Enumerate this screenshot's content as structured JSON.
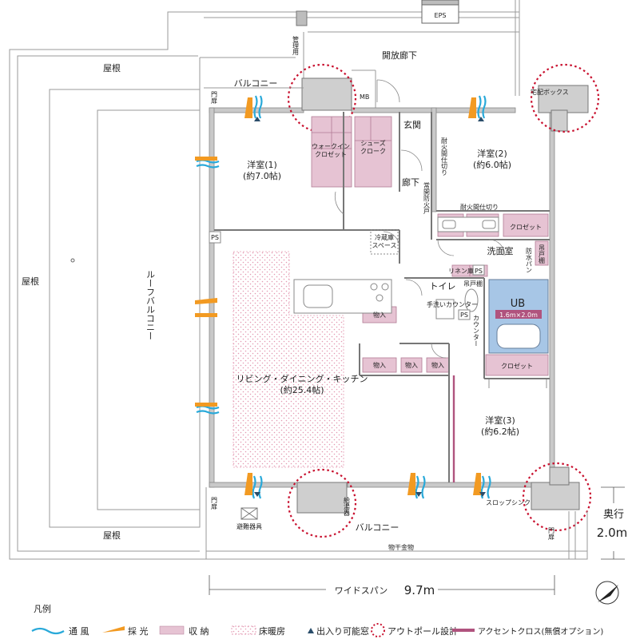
{
  "labels": {
    "eps": "EPS",
    "meter_room": "管理用",
    "open_corridor": "開放廊下",
    "roof_top_left": "屋根",
    "roof_left": "屋根",
    "roof_bottom": "屋根",
    "balcony_top": "バルコニー",
    "balcony_bottom": "バルコニー",
    "mb": "MB",
    "gate_left": "門扉",
    "gate_right": "門扉",
    "delivery_box": "宅配ボックス",
    "roof_balcony": "ルーフバルコニー",
    "walkin_closet": "ウォークイン\nクロゼット",
    "shoes_cloak": "シューズ\nクローク",
    "entrance": "玄関",
    "hallway": "廊下",
    "fire_partition_1": "耐火間仕切り",
    "fire_partition_2": "耐火間仕切り",
    "fire_door": "常開防火戸",
    "room1": "洋室(1)\n(約7.0帖)",
    "room2": "洋室(2)\n(約6.0帖)",
    "room3": "洋室(3)\n(約6.2帖)",
    "closet_room2": "クロゼット",
    "closet_room3": "クロゼット",
    "fridge": "冷蔵庫\nスペース",
    "ps_left": "PS",
    "ps_1": "PS",
    "ps_2": "PS",
    "washroom": "洗面室",
    "linen": "リネン庫",
    "hanging_cabinet": "吊戸棚",
    "waterproof_pan": "防水パン",
    "toilet": "トイレ",
    "toilet_hanging": "吊戸棚",
    "toilet_counter": "手洗いカウンター",
    "counter": "カウンター",
    "ub": "UB",
    "ub_size": "1.6m×2.0m",
    "storage_1": "物入",
    "storage_2": "物入",
    "storage_3": "物入",
    "storage_4": "物入",
    "ldk": "リビング・ダイニング・キッチン\n(約25.4帖)",
    "evac": "避難器具",
    "outdoor_faucet": "給湯器",
    "slop_sink": "スロップシンク",
    "clothes_pole": "物干金物",
    "depth": "奥行",
    "depth_value": "2.0m",
    "wide_span": "ワイドスパン",
    "wide_span_value": "9.7m"
  },
  "legend": {
    "title": "凡例",
    "items": [
      {
        "key": "wind",
        "label": "通 風"
      },
      {
        "key": "light",
        "label": "採 光"
      },
      {
        "key": "storage",
        "label": "収 納"
      },
      {
        "key": "floor_heating",
        "label": "床暖房"
      },
      {
        "key": "access_window",
        "label": "出入り可能窓"
      },
      {
        "key": "outpole",
        "label": "アウトポール設計"
      },
      {
        "key": "accent",
        "label": "アクセントクロス(無償オプション)"
      }
    ]
  },
  "colors": {
    "wall": "#9a9a9a",
    "wall_fill": "#c9c9c9",
    "storage": "#e6c3d3",
    "storage_stroke": "#b27b95",
    "floor_heating": "#e8b3c3",
    "wind": "#29a9d9",
    "light": "#f29a22",
    "outpole": "#c8102e",
    "accent": "#b0537e",
    "ub": "#a7c6e6",
    "pillar": "#cfcfcf"
  }
}
